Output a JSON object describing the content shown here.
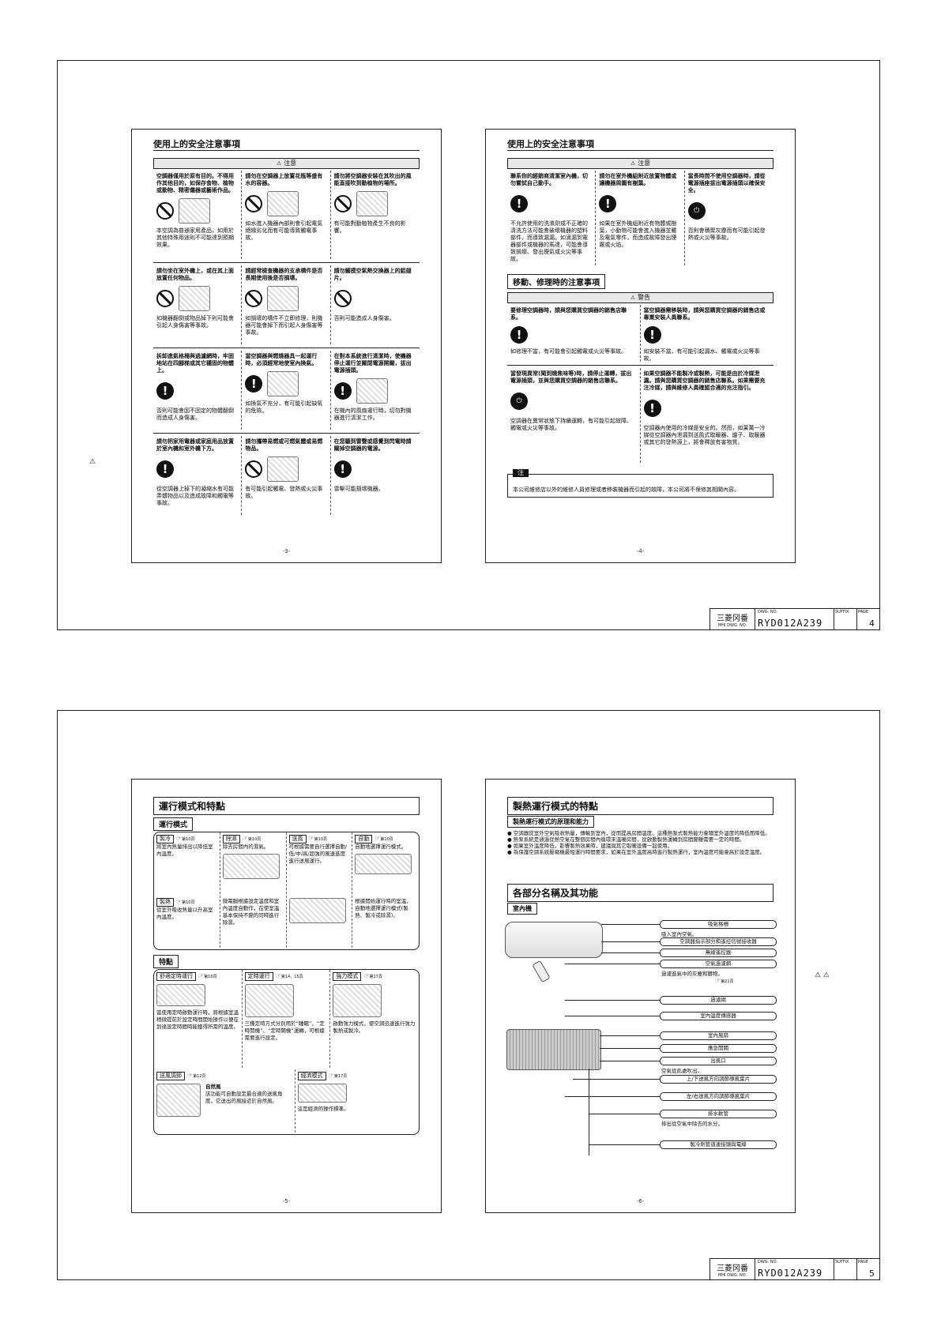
{
  "sheet1": {
    "title_block": {
      "company": "三菱冈番",
      "company_sub": "MHI DWG. NO.",
      "dwg_label": "DWG. NO.",
      "dwg_number": "RYD012A239",
      "suffix_label": "SUFFIX",
      "page_label": "PAGE",
      "page": "4"
    },
    "left": {
      "title": "使用上的安全注意事項",
      "bar": "注意",
      "row1": [
        {
          "bold": "空調器僅用於原有目的。不得用作其他目的，如保存食物、植物或動物、精密儀器或藝術作品。",
          "norm": "本空調為普通家用產品，如用於其他特殊用途則不可能達到預期效果。"
        },
        {
          "bold": "請勿在空調器上放置花瓶等盛有水的容器。",
          "norm": "如水進入機器內部則會引起電氣絕緣劣化而有可能導致觸電事故。"
        },
        {
          "bold": "請勿將空調器安裝在其吹出的風能直接吹到動植物的場所。",
          "norm": "有可能對動植物產生不良的影響。"
        }
      ],
      "row2": [
        {
          "bold": "請勿坐在室外機上，或在其上面放置任何物品。",
          "norm": "如機器翻倒或物品掉下則可能會引起人身傷害等事故。"
        },
        {
          "bold": "請經常檢查機器的支承構件是否長期使用後是否損壞。",
          "norm": "如損壞的構件不立即修理，則機器可能會掉下而引起人身傷害等事故。"
        },
        {
          "bold": "請勿觸摸空氣熱交換器上的鋁翅片。",
          "norm": "否則可能造成人身傷害。"
        }
      ],
      "row3": [
        {
          "bold": "拆卸進氣格柵與過濾網時，牢固地站在四腳梯或其它穩固的物體上。",
          "norm": "否則可能會因不固定的物體翻倒而造成人身傷害。"
        },
        {
          "bold": "當空調器與燃燒器具一起運行時，必須經常地使室內換氣。",
          "norm": "如換氣不充分，有可能引起缺氧的危險。"
        },
        {
          "bold": "在對本系統進行清潔時，使機器停止運行並關閉電源開關，拔出電源插頭。",
          "norm": "在機內的風扇運行時，切勿對機器進行清潔工作。"
        }
      ],
      "row4": [
        {
          "bold": "請勿把家用電器或家庭用品放置於室內機和室外機下方。",
          "norm": "從空調器上掉下的凝縮水有可能弄髒物品以及造成故障和觸電等事故。"
        },
        {
          "bold": "請勿攜帶易燃或可燃氣體或易燃物品。",
          "norm": "有可能引起觸電、發熱或火災事故。"
        },
        {
          "bold": "在您聽到雷聲或感覺到閃電時請關掉空調器的電源。",
          "norm": "雷擊可能損壞機器。"
        }
      ],
      "page": "-3-"
    },
    "right": {
      "title": "使用上的安全注意事項",
      "bar": "注意",
      "row1": [
        {
          "bold": "聯系你的經銷商清潔室內機，切勿嘗試自己動手。",
          "norm": "不允許使用的洗滌劑或不正確的清洗方法可能會破壞機器的塑料部件，而導致漏漏。如滴漏到電器部件或機器的馬達，可能會導致損壞、發出煙氣或火災等事故。"
        },
        {
          "bold": "請勿在室外機組附近放置物體或讓機器周圍有樹葉。",
          "norm": "如果在室外機組附近有物體或樹葉，小動物可能會進入機器並觸及電氣零件，而造成故障發出煙霧或火焰。"
        },
        {
          "bold": "當長時間不使用空調器時，請從電源插座拔出電源插頭以確保安全。",
          "norm": "否則會積聚灰塵而有可能引起發熱或火災等事故。"
        }
      ],
      "section": "移動、修理時的注意事項",
      "bar2": "警告",
      "row2": [
        {
          "bold": "要修理空調器時，請與您購買空調器的銷售店聯系。",
          "norm": "如修理不當，有可能會引起觸電或火災等事故。"
        },
        {
          "bold": "當空調器需移裝時，請與您購買空調器的銷售店或專業安裝人員聯系。",
          "norm": "如安裝不當，有可能引起漏水、觸電或火災等事故。"
        }
      ],
      "row3": [
        {
          "bold": "當發現異常(聞到燒焦味等)時，請停止運轉，拔出電源插頭，並與您購買空調器的銷售店聯系。",
          "norm": "空調器在異常狀態下持續運轉，有可能引起故障、觸電或火災等事故。"
        },
        {
          "bold": "如果空調器不能製冷或製熱，可能是由於冷媒泄漏。請與您購買空調器的銷售店聯系。如果需要充注冷媒，請與維修人員確認合適的充注指引。",
          "norm": "空調器內使用的冷媒是安全的。然而，如果萬一冷媒從空調器內泄漏到送風式取暖器、爐子、取暖器或其它的發熱源上，將會釋放有害物質。"
        }
      ],
      "note_label": "注",
      "note": "本公司維修店以外的維修人員修理或者移裝機器而引起的故障，本公司將不保修其相關內容。",
      "page": "-4-"
    },
    "side_warning": "⚠"
  },
  "sheet2": {
    "title_block": {
      "company": "三菱冈番",
      "company_sub": "MHI DWG. NO.",
      "dwg_label": "DWG. NO.",
      "dwg_number": "RYD012A239",
      "suffix_label": "SUFFIX",
      "page_label": "PAGE",
      "page": "5"
    },
    "left": {
      "title": "運行模式和特點",
      "modes_title": "運行模式",
      "modes": [
        {
          "tag": "製冷",
          "ref": "第10頁",
          "text": "將室內熱量排出以降低室內溫度。"
        },
        {
          "tag": "除濕",
          "ref": "第10頁",
          "text": "除去房間內的濕氣。"
        },
        {
          "tag": "送風",
          "ref": "第10頁",
          "text": "可根據需要自行選擇自動/低/中/高/超強的風速進度進行送風運行。"
        },
        {
          "tag": "自動",
          "ref": "第10頁",
          "text": "自動地選擇運行模式。"
        }
      ],
      "modes2": [
        {
          "tag": "製熱",
          "ref": "第10頁",
          "text": "從室外吸收熱量以升高室內溫度。"
        },
        {
          "tag": "",
          "ref": "",
          "text": "微電腦根據設定溫度和室內溫度自動作，在使室溫基本保持不變的同時進行除濕。"
        },
        {
          "tag": "",
          "ref": "",
          "text": ""
        },
        {
          "tag": "",
          "ref": "",
          "text": "根據開始運行時的室溫，自動地選擇運行模式(製熱、製冷或除濕)。"
        }
      ],
      "feat_title": "特點",
      "feats": [
        {
          "tag": "舒適定時運行",
          "ref": "第16頁",
          "text": "當使用定時啟動運行時，將根據室溫稍微提前於設定時間開始操作以便在到達設定時間時能獲得所需的溫度。"
        },
        {
          "tag": "定時運行",
          "ref": "第14、15頁",
          "text": "三種定時方式分別用於“睡眠”、“定時開機”、“定時關機”運轉，可根據需要進行設定。"
        },
        {
          "tag": "強力模式",
          "ref": "第17頁",
          "text": "啟動強力模式，使空調迅速進行強力製熱或製冷。"
        }
      ],
      "feats2": [
        {
          "tag": "送風調節",
          "ref": "第12頁",
          "heading": "自然風",
          "text": "該功能可自動設定最合適的送風角度，它送出的風接近於自然風。"
        },
        {
          "tag": "經濟模式",
          "ref": "第17頁",
          "heading": "",
          "text": "這是經濟的操作標準。"
        }
      ],
      "page": "-5-"
    },
    "right": {
      "title": "製熱運行模式的特點",
      "sub1": "製熱運行模式的原理和能力",
      "bullets": [
        "空調器從室外空氣吸收熱量，傳輸到室內，從而提高房間溫度。這種熱泵式製熱能力會隨室外溫度的降低而降低。",
        "熱泵系統是通過從熱空氣在整個房間內循環來溫暖房間，從啟動製熱運轉到房間變暖需要一定的時間。",
        "如果室外溫度降低，影響製熱效果時，建議與其它取暖設備一起使用。",
        "為保護空調系統壓縮機最短運行時間要求，如果在室外溫度高時進行製熱運行，室內溫度可能會高於設定溫度。"
      ],
      "sub2": "各部分名稱及其功能",
      "sub3": "室內機",
      "parts": [
        {
          "name": "吸氣格柵",
          "desc": "吸入室內空氣。"
        },
        {
          "name": "空調器指示部分和遙控信號接收器",
          "desc": ""
        },
        {
          "name": "無線遙控器",
          "desc": ""
        },
        {
          "name": "空氣過濾網",
          "desc": "過濾進氣中的灰塵和髒物。"
        },
        {
          "name": "過濾網",
          "desc": ""
        },
        {
          "name": "室內溫度傳感器",
          "desc": ""
        },
        {
          "name": "室內風扇",
          "desc": ""
        },
        {
          "name": "應急開關",
          "desc": ""
        },
        {
          "name": "出風口",
          "desc": "空氣從此處吹出。"
        },
        {
          "name": "上/下送風方向調節導風葉片",
          "desc": ""
        },
        {
          "name": "左/右送風方向調節導風葉片",
          "desc": ""
        },
        {
          "name": "排水軟管",
          "desc": "排出從空氣中除去的水分。"
        },
        {
          "name": "製冷劑管道連接頭與電線",
          "desc": ""
        }
      ],
      "ref21": "第21頁",
      "page": "-6-"
    },
    "side_warning": "⚠ ⚠"
  }
}
